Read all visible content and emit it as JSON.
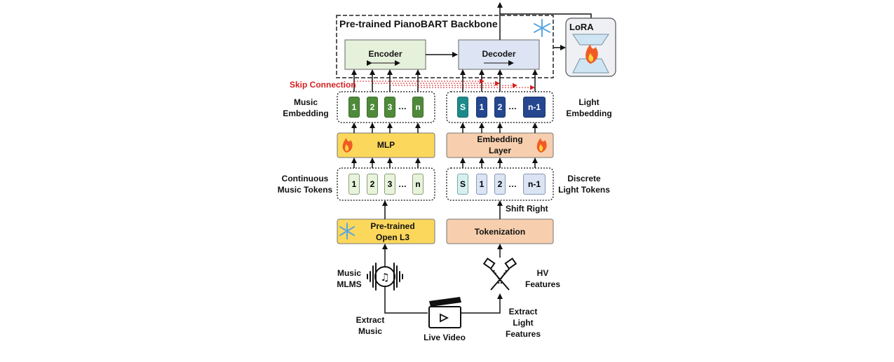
{
  "backbone": {
    "title": "Pre-trained PianoBART Backbone",
    "encoder_label": "Encoder",
    "decoder_label": "Decoder"
  },
  "lora": {
    "label": "LoRA"
  },
  "skip_connection": "Skip Connection",
  "music_embedding": {
    "label_line1": "Music",
    "label_line2": "Embedding",
    "tokens": [
      "1",
      "2",
      "3",
      "n"
    ],
    "ellipsis": "…"
  },
  "light_embedding": {
    "label_line1": "Light",
    "label_line2": "Embedding",
    "tokens": [
      "S",
      "1",
      "2",
      "n-1"
    ],
    "ellipsis": "…"
  },
  "mlp": {
    "label": "MLP"
  },
  "embedding_layer": {
    "label_line1": "Embedding",
    "label_line2": "Layer"
  },
  "continuous_tokens": {
    "label_line1": "Continuous",
    "label_line2": "Music Tokens",
    "tokens": [
      "1",
      "2",
      "3",
      "n"
    ],
    "ellipsis": "…"
  },
  "discrete_tokens": {
    "label_line1": "Discrete",
    "label_line2": "Light Tokens",
    "tokens": [
      "S",
      "1",
      "2",
      "n-1"
    ],
    "ellipsis": "…"
  },
  "shift_right": "Shift Right",
  "openl3": {
    "label_line1": "Pre-trained",
    "label_line2": "Open L3"
  },
  "tokenization": {
    "label": "Tokenization"
  },
  "music_mlms": {
    "label_line1": "Music",
    "label_line2": "MLMS"
  },
  "hv_features": {
    "label_line1": "HV",
    "label_line2": "Features"
  },
  "extract_music": {
    "label_line1": "Extract",
    "label_line2": "Music"
  },
  "extract_light": {
    "label_line1": "Extract",
    "label_line2": "Light",
    "label_line3": "Features"
  },
  "live_video": {
    "label": "Live Video"
  },
  "colors": {
    "encoder_fill": "#e6f1dc",
    "decoder_fill": "#dde5f4",
    "mlp_fill": "#fbd75b",
    "embedding_fill": "#f7cfae",
    "skip_red": "#d42020",
    "lora_fill": "#eef0f3"
  }
}
